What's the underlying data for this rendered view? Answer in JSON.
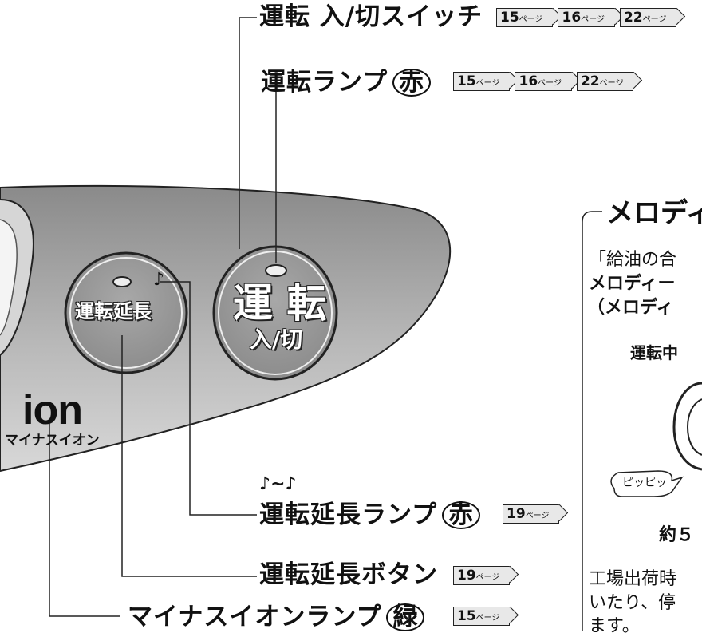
{
  "labels": {
    "power_switch": "運転 入/切スイッチ",
    "run_lamp": "運転ランプ",
    "run_lamp_color": "赤",
    "extend_lamp": "運転延長ランプ",
    "extend_lamp_color": "赤",
    "extend_button": "運転延長ボタン",
    "ion_lamp": "マイナスイオンランプ",
    "ion_lamp_color": "緑",
    "melody_note": "♪~♪"
  },
  "page_refs": {
    "power_switch": [
      {
        "num": "15",
        "unit": "ページ"
      },
      {
        "num": "16",
        "unit": "ページ"
      },
      {
        "num": "22",
        "unit": "ページ"
      }
    ],
    "run_lamp": [
      {
        "num": "15",
        "unit": "ページ"
      },
      {
        "num": "16",
        "unit": "ページ"
      },
      {
        "num": "22",
        "unit": "ページ"
      }
    ],
    "extend_lamp": [
      {
        "num": "19",
        "unit": "ページ"
      }
    ],
    "extend_button": [
      {
        "num": "19",
        "unit": "ページ"
      }
    ],
    "ion_lamp": [
      {
        "num": "15",
        "unit": "ページ"
      }
    ]
  },
  "panel": {
    "run_button_main": "運 転",
    "run_button_sub": "入/切",
    "extend_button_text": "運転延長",
    "extend_note": "♪",
    "ion_logo": "ion",
    "ion_sub": "マイナスイオン"
  },
  "melody_box": {
    "title": "メロディ",
    "line1": "「給油の合",
    "line2": "メロディー",
    "line3": "（メロディ",
    "line4": "運転中",
    "bubble": "ピッピッ",
    "approx": "約５",
    "footer1": "工場出荷時",
    "footer2": "いたり、停",
    "footer3": "ます。"
  }
}
